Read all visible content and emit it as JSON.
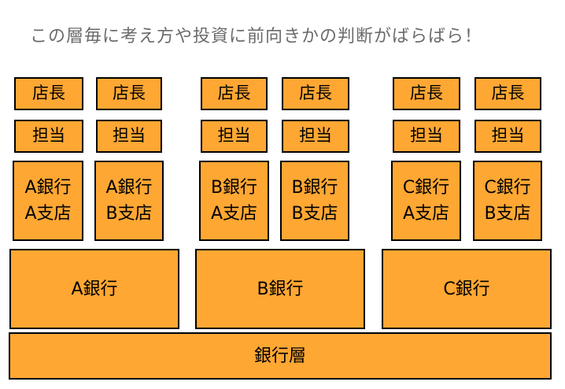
{
  "caption": "この層毎に考え方や投資に前向きかの判断がばらばら！",
  "rows": {
    "head": [
      "店長",
      "店長",
      "店長",
      "店長",
      "店長",
      "店長"
    ],
    "staff": [
      "担当",
      "担当",
      "担当",
      "担当",
      "担当",
      "担当"
    ],
    "branches": [
      {
        "bank": "A銀行",
        "branch": "A支店"
      },
      {
        "bank": "A銀行",
        "branch": "B支店"
      },
      {
        "bank": "B銀行",
        "branch": "A支店"
      },
      {
        "bank": "B銀行",
        "branch": "B支店"
      },
      {
        "bank": "C銀行",
        "branch": "A支店"
      },
      {
        "bank": "C銀行",
        "branch": "B支店"
      }
    ],
    "banks": [
      "A銀行",
      "B銀行",
      "C銀行"
    ],
    "layer": "銀行層"
  },
  "colors": {
    "box_fill": "#FFA733",
    "box_border": "#000000",
    "caption_text": "#6b6b6b"
  }
}
